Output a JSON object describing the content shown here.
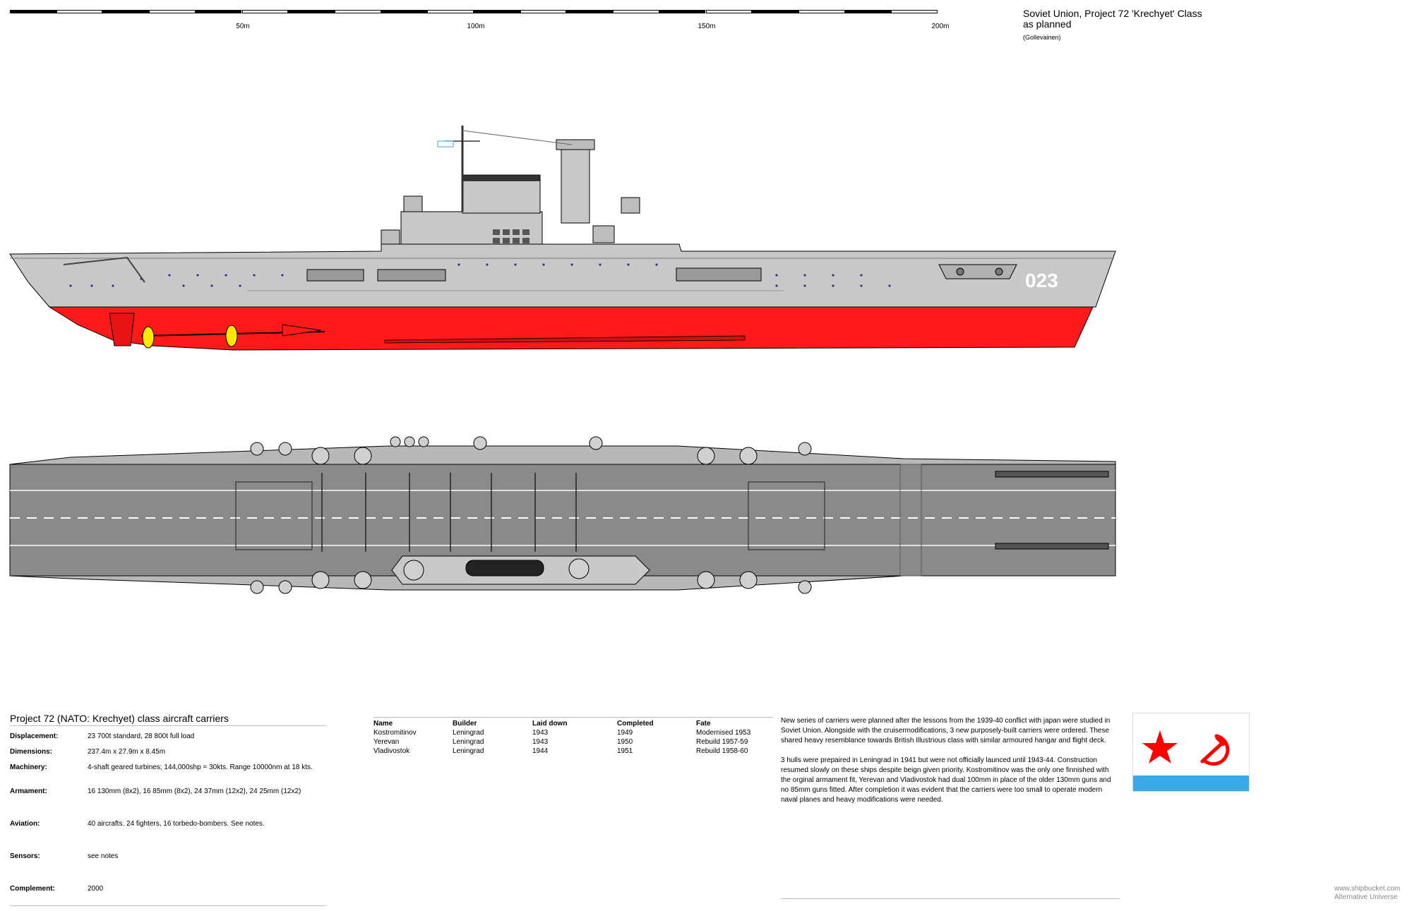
{
  "scale": {
    "labels": [
      "50m",
      "100m",
      "150m",
      "200m"
    ]
  },
  "header": {
    "title_line1": "Soviet Union, Project 72 'Krechyet' Class",
    "title_line2": "as planned",
    "author": "(Gollevainen)"
  },
  "drawing": {
    "hull_number": "023",
    "colors": {
      "hull_grey": "#c8c8c8",
      "antifouling": "#ff1a1a",
      "deck": "#8a8a8a",
      "deck_edge": "#b8b8b8",
      "propeller": "#ffe800"
    }
  },
  "specs": {
    "title": "Project 72 (NATO: Krechyet) class aircraft carriers",
    "rows": [
      {
        "key": "Displacement:",
        "value": "23 700t standard, 28 800t full load"
      },
      {
        "key": "Dimensions:",
        "value": "237.4m x 27.9m x 8.45m"
      },
      {
        "key": "Machinery:",
        "value": "4-shaft geared turbines; 144,000shp = 30kts. Range 10000nm at 18 kts."
      },
      {
        "key": "Armament:",
        "value": "16 130mm (8x2), 16 85mm (8x2), 24 37mm (12x2), 24 25mm (12x2)"
      },
      {
        "key": "Aviation:",
        "value": "40 aircrafts. 24 fighters, 16 torbedo-bombers. See notes."
      },
      {
        "key": "Sensors:",
        "value": "see notes"
      },
      {
        "key": "Complement:",
        "value": "2000"
      }
    ]
  },
  "ships": {
    "headers": [
      "Name",
      "Builder",
      "Laid down",
      "Completed",
      "Fate"
    ],
    "rows": [
      [
        "Kostromitinov",
        "Leningrad",
        "1943",
        "1949",
        "Modernised 1953"
      ],
      [
        "Yerevan",
        "Leningrad",
        "1943",
        "1950",
        "Rebuild 1957-59"
      ],
      [
        "Vladivostok",
        "Leningrad",
        "1944",
        "1951",
        "Rebuild 1958-60"
      ]
    ]
  },
  "notes": {
    "p1": "New series of carriers were planned after the lessons from the 1939-40 conflict with japan were studied in Soviet Union. Alongside with the cruisermodifications, 3 new purposely-built carriers were ordered. These shared heavy resemblance towards British Illustrious class with similar armoured hangar and flight deck.",
    "p2": "3 hulls were prepaired in Leningrad in 1941 but were not officially launced until 1943-44. Construction resumed slowly on these ships despite beign given priority. Kostromitinov was the only one finnished with the orginal armament fit, Yerevan and Vladivostok had dual 100mm in place of the older 130mm guns and no 85mm guns fitted. After completion it was evident that the carriers were too small to operate modern naval planes and heavy modifications were needed."
  },
  "flag": {
    "colors": {
      "red": "#ff0000",
      "blue": "#3aa7e6",
      "white": "#ffffff"
    }
  },
  "footer": {
    "line1": "www.shipbucket.com",
    "line2": "Alternative Universe"
  }
}
